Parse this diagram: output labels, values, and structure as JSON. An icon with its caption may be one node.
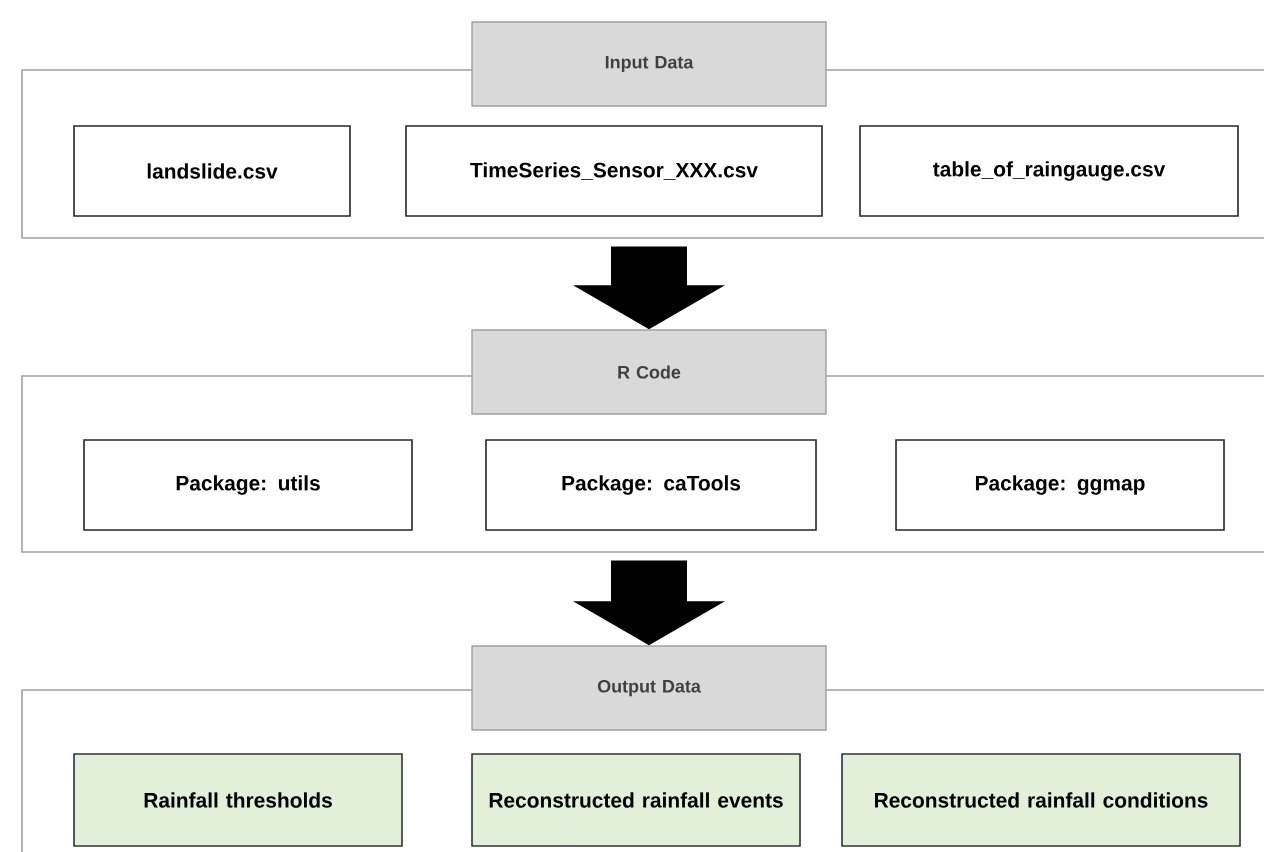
{
  "diagram": {
    "nodes": [
      {
        "text": [
          "Input Data"
        ]
      },
      {
        "text": [],
        "shape": "box"
      },
      {
        "text": [
          "landslide.csv"
        ],
        "in": 1
      },
      {
        "text": [
          "TimeSeries_Sensor_XXX.csv"
        ],
        "in": 1
      },
      {
        "text": [
          "table_of_raingauge.csv"
        ],
        "in": 1
      },
      {
        "text": [
          "R Code"
        ]
      },
      {
        "text": [],
        "shape": "box"
      },
      {
        "text": [
          "Package: utils"
        ],
        "in": 6
      },
      {
        "text": [
          "Package: caTools"
        ],
        "in": 6
      },
      {
        "text": [
          "Package: ggmap"
        ],
        "in": 6
      },
      {
        "text": [
          "Output Data"
        ]
      },
      {
        "text": [],
        "shape": "box"
      },
      {
        "text": [
          "Rainfall thresholds"
        ],
        "in": 11
      },
      {
        "text": [
          "Reconstructed rainfall events"
        ],
        "in": 11
      },
      {
        "text": [
          "Reconstructed rainfall conditions"
        ],
        "in": 11
      }
    ],
    "edges": [
      {
        "from": 1,
        "to": 5,
        "arrow": "to",
        "style": "thick"
      },
      {
        "from": 6,
        "to": 10,
        "arrow": "to",
        "style": "thick"
      }
    ]
  }
}
